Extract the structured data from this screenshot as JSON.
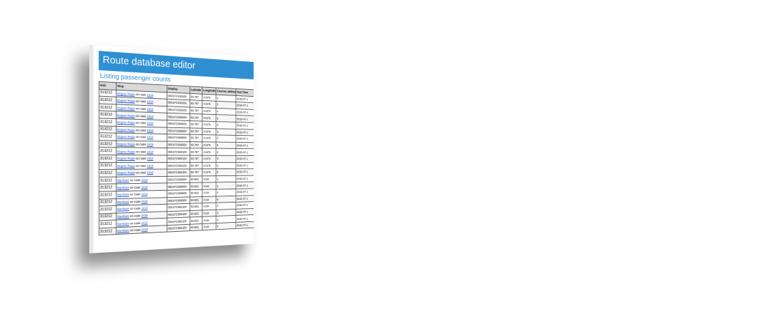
{
  "app": {
    "title": "Route database editor",
    "subtitle": "Listing passenger counts"
  },
  "table": {
    "headers": [
      "Unit",
      "Stop",
      "Display",
      "Latitude",
      "Longitude",
      "Counter address",
      "Start time"
    ],
    "rows": [
      {
        "unit": "313212",
        "stop": "Bognor Regis",
        "route_text": "on route",
        "route": "2418",
        "display": "0501FC630200",
        "lat": "50.787",
        "lon": "-0.676",
        "counter": "2",
        "start": "2015-07-1"
      },
      {
        "unit": "313212",
        "stop": "Bognor Regis",
        "route_text": "on route",
        "route": "2418",
        "display": "0501FC630200",
        "lat": "50.787",
        "lon": "-0.676",
        "counter": "3",
        "start": "2015-07-1"
      },
      {
        "unit": "313212",
        "stop": "Bognor Regis",
        "route_text": "on route",
        "route": "2418",
        "display": "0501FC630200",
        "lat": "50.787",
        "lon": "-0.676",
        "counter": "4",
        "start": "2015-07-1"
      },
      {
        "unit": "313212",
        "stop": "Bognor Regis",
        "route_text": "on route",
        "route": "2418",
        "display": "0501FC630200",
        "lat": "50.787",
        "lon": "-0.676",
        "counter": "5",
        "start": "2015-07-1"
      },
      {
        "unit": "313212",
        "stop": "Bognor Regis",
        "route_text": "on route",
        "route": "2418",
        "display": "0501FC668900",
        "lat": "50.787",
        "lon": "-0.676",
        "counter": "2",
        "start": "2015-07-1"
      },
      {
        "unit": "313212",
        "stop": "Bognor Regis",
        "route_text": "on route",
        "route": "2418",
        "display": "0501FC668900",
        "lat": "50.787",
        "lon": "-0.676",
        "counter": "3",
        "start": "2015-07-1"
      },
      {
        "unit": "313212",
        "stop": "Bognor Regis",
        "route_text": "on route",
        "route": "2418",
        "display": "0501FC668900",
        "lat": "50.787",
        "lon": "-0.676",
        "counter": "4",
        "start": "2015-07-1"
      },
      {
        "unit": "313212",
        "stop": "Bognor Regis",
        "route_text": "on route",
        "route": "2418",
        "display": "0501FC668900",
        "lat": "50.787",
        "lon": "-0.676",
        "counter": "5",
        "start": "2015-07-1"
      },
      {
        "unit": "313212",
        "stop": "Bognor Regis",
        "route_text": "on route",
        "route": "2418",
        "display": "0501FC565100",
        "lat": "50.787",
        "lon": "-0.676",
        "counter": "2",
        "start": "2015-07-1"
      },
      {
        "unit": "313212",
        "stop": "Bognor Regis",
        "route_text": "on route",
        "route": "2418",
        "display": "0501FC565100",
        "lat": "50.787",
        "lon": "-0.676",
        "counter": "3",
        "start": "2015-07-1"
      },
      {
        "unit": "313212",
        "stop": "Bognor Regis",
        "route_text": "on route",
        "route": "2418",
        "display": "0501FC565100",
        "lat": "50.787",
        "lon": "-0.676",
        "counter": "4",
        "start": "2015-07-1"
      },
      {
        "unit": "313212",
        "stop": "Bognor Regis",
        "route_text": "on route",
        "route": "2418",
        "display": "0501FC565100",
        "lat": "50.787",
        "lon": "-0.676",
        "counter": "5",
        "start": "2015-07-1"
      },
      {
        "unit": "313212",
        "stop": "Barnham",
        "route_text": "on route",
        "route": "2418",
        "display": "0501FC668900",
        "lat": "50.831",
        "lon": "-0.64",
        "counter": "2",
        "start": "2015-07-1"
      },
      {
        "unit": "313212",
        "stop": "Barnham",
        "route_text": "on route",
        "route": "2418",
        "display": "0501FC668900",
        "lat": "50.831",
        "lon": "-0.64",
        "counter": "3",
        "start": "2015-07-1"
      },
      {
        "unit": "313212",
        "stop": "Barnham",
        "route_text": "on route",
        "route": "2418",
        "display": "0501FC668900",
        "lat": "50.831",
        "lon": "-0.64",
        "counter": "4",
        "start": "2015-07-1"
      },
      {
        "unit": "313212",
        "stop": "Barnham",
        "route_text": "on route",
        "route": "2418",
        "display": "0501FC668900",
        "lat": "50.831",
        "lon": "-0.64",
        "counter": "5",
        "start": "2015-07-1"
      },
      {
        "unit": "313212",
        "stop": "Barnham",
        "route_text": "on route",
        "route": "2418",
        "display": "0501FC565100",
        "lat": "50.831",
        "lon": "-0.64",
        "counter": "2",
        "start": "2015-07-1"
      },
      {
        "unit": "313212",
        "stop": "Barnham",
        "route_text": "on route",
        "route": "2418",
        "display": "0501FC565100",
        "lat": "50.831",
        "lon": "-0.64",
        "counter": "3",
        "start": "2015-07-1"
      },
      {
        "unit": "313212",
        "stop": "Barnham",
        "route_text": "on route",
        "route": "2418",
        "display": "0501FC565100",
        "lat": "50.831",
        "lon": "-0.64",
        "counter": "4",
        "start": "2015-07-1"
      },
      {
        "unit": "313212",
        "stop": "Barnham",
        "route_text": "on route",
        "route": "2418",
        "display": "0501FC565100",
        "lat": "50.831",
        "lon": "-0.64",
        "counter": "5",
        "start": "2015-07-1"
      }
    ]
  },
  "colors": {
    "header_bg": "#2f8fd3",
    "link": "#1a55cc"
  }
}
